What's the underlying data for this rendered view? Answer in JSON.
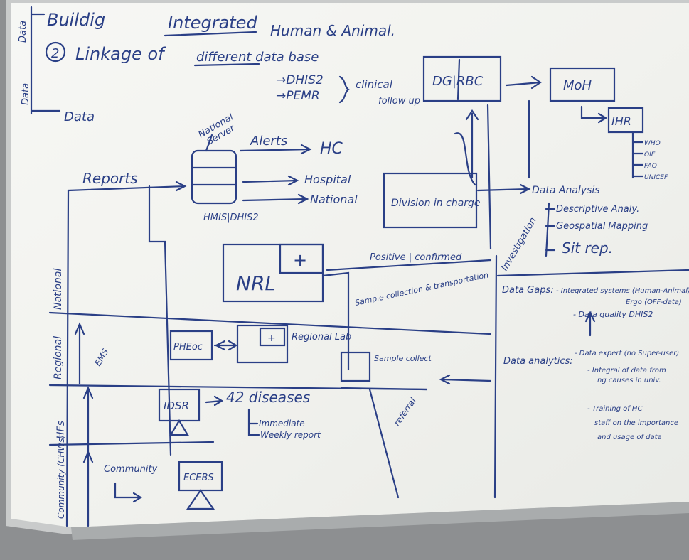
{
  "whiteboard": {
    "header": {
      "line1_partial": "Buildig",
      "line1_integrated": "Integrated",
      "line1_rest": "Human & Animal.",
      "line2_number": "2",
      "line2_text": "Linkage of",
      "line2_rest": "different data base",
      "dhis2": "→DHIS2",
      "pemr": "→PEMR",
      "clinical": "clinical",
      "followup": "follow up"
    },
    "margin": {
      "data_top": "Data",
      "data_left": "Data",
      "data_side": "Data"
    },
    "hierarchy": {
      "dg_rbc": "DG|RBC",
      "moh": "MoH",
      "ihr": "IHR",
      "ihr_items": [
        "WHO",
        "OIE",
        "FAO",
        "UNICEF"
      ],
      "national_server_line1": "National",
      "national_server_line2": "Server",
      "alerts": "Alerts",
      "hc": "HC",
      "hospital": "Hospital",
      "national": "National",
      "division_in_charge": "Division in charge",
      "hmis": "HMIS|DHIS2",
      "reports": "Reports",
      "data_analysis": "Data Analysis",
      "analysis_items": [
        "Descriptive Analy.",
        "Geospatial Mapping",
        "Sit rep."
      ],
      "investigation": "Investigation",
      "nrl": "NRL",
      "plus": "+",
      "positive": "Positive | confirmed",
      "phemc": "PHEoc",
      "regional_lab": "Regional Lab",
      "sample_collection": "Sample collection & transportation",
      "sample_collect": "Sample collect",
      "idsr": "IDSR",
      "diseases": "42 diseases",
      "immediate": "Immediate",
      "weekly": "Weekly report",
      "referral": "referral",
      "community": "Community",
      "ecebs": "ECEBS",
      "ems": "EMS"
    },
    "levels": [
      "National",
      "Regional",
      "HFs",
      "Community (CHWs)"
    ],
    "data_gaps": {
      "title": "Data Gaps:",
      "item1": "- Integrated systems (Human-Animal)",
      "item1b": "Ergo (OFF-data)",
      "item2": "- Data quality DHIS2",
      "analytics_title": "Data analytics:",
      "a1": "- Data expert (no Super-user)",
      "a2": "- Integral of data from",
      "a2b": "ng causes in univ.",
      "a3": "- Training of HC",
      "a3b": "staff on the importance",
      "a3c": "and usage of data"
    }
  },
  "colors": {
    "background": "#8d8f91",
    "board": "#f2f3ef",
    "marker": "#2a3f86",
    "frame": "#b9bcbc"
  }
}
